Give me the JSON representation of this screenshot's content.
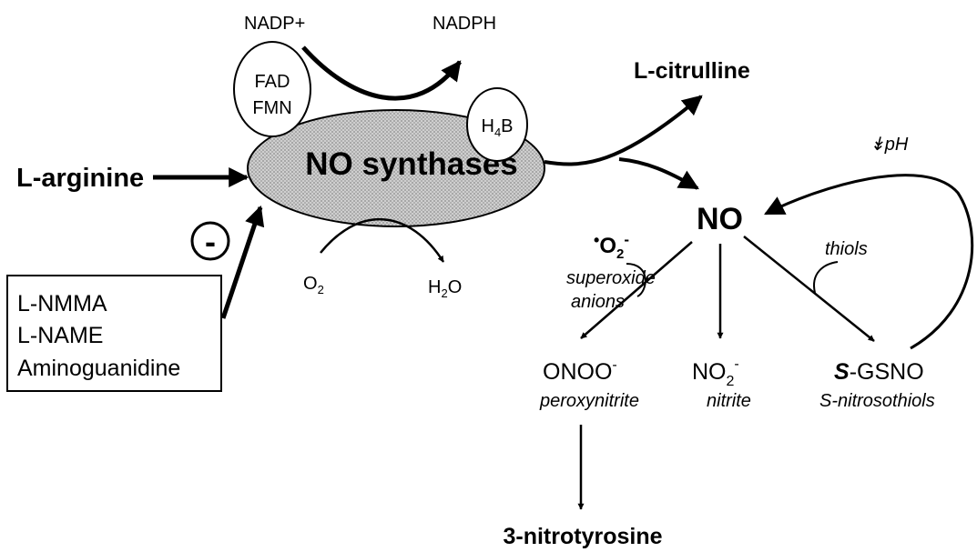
{
  "nodes": {
    "nadp_plus": "NADP+",
    "nadph": "NADPH",
    "fad": "FAD",
    "fmn": "FMN",
    "h4b": {
      "main": "H",
      "sub": "4",
      "tail": "B"
    },
    "nos": "NO synthases",
    "l_arginine": "L-arginine",
    "inhibit_sign": "-",
    "inhibitors": [
      "L-NMMA",
      "L-NAME",
      "Aminoguanidine"
    ],
    "o2": {
      "main": "O",
      "sub": "2"
    },
    "h2o": {
      "main": "H",
      "sub": "2",
      "tail": "O"
    },
    "l_citrulline": "L-citrulline",
    "ph": "↡pH",
    "no": "NO",
    "superoxide_symbol": {
      "dot": "•",
      "main": "O",
      "sub": "2",
      "sup": "-"
    },
    "superoxide_lines": [
      "superoxide",
      "anions"
    ],
    "thiols": "thiols",
    "onoo": {
      "main": "ONOO",
      "sup": "-"
    },
    "peroxynitrite": "peroxynitrite",
    "no2": {
      "main": "NO",
      "sub": "2",
      "sup": "-"
    },
    "nitrite": "nitrite",
    "sgsno": {
      "prefix": "S",
      "rest": "-GSNO"
    },
    "s_nitrosothiols": "S-nitrosothiols",
    "nitrotyrosine": "3-nitrotyrosine"
  },
  "colors": {
    "stroke": "#000000",
    "nos_fill": "#c8c8c8",
    "background": "#ffffff"
  }
}
